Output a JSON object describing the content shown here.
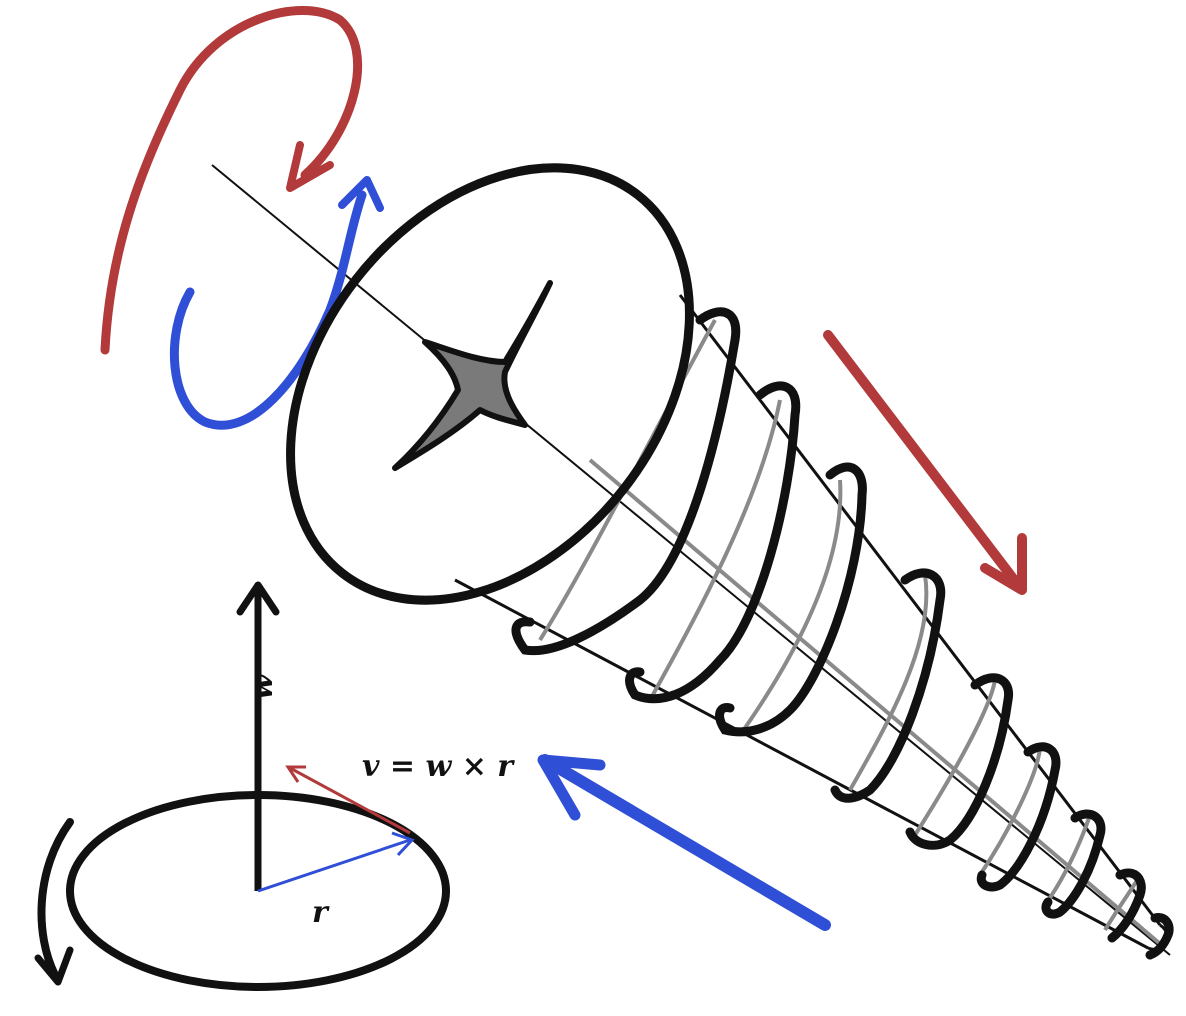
{
  "labels": {
    "omega_vector": "w",
    "radius_vector": "r",
    "velocity_equation": "v = w × r"
  },
  "colors": {
    "ink": "#111111",
    "red_arrow": "#b23a3a",
    "blue_arrow": "#2f4fd6",
    "thread_back": "#8a8a8a",
    "recess_fill": "#7a7a7a"
  }
}
